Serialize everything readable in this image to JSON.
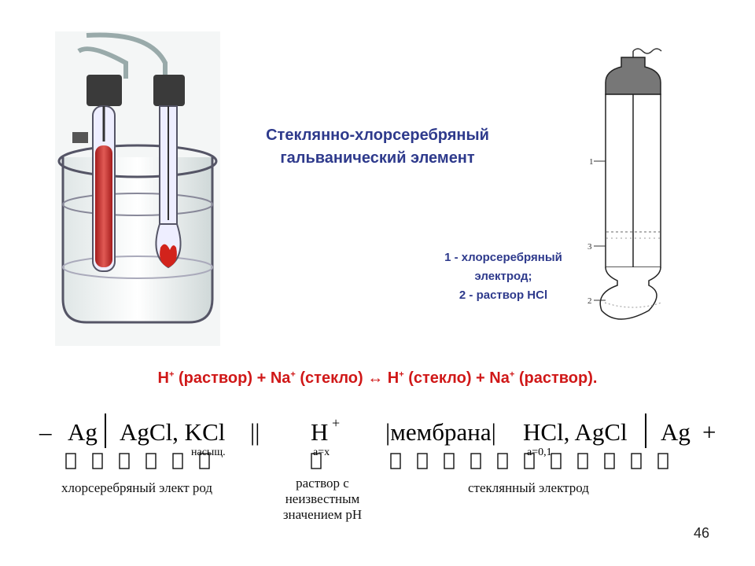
{
  "title": {
    "line1": "Стеклянно-хлорсеребряный",
    "line2": "гальванический элемент"
  },
  "legend": {
    "line1": "1 - хлорсеребряный",
    "line2": "электрод;",
    "line3": "2 - раствор HCl"
  },
  "reaction": {
    "h1": "H",
    "plus1": "+",
    "t1": " (раствор) + Na",
    "plus2": "+",
    "t2": " (стекло) ↔ H",
    "plus3": "+",
    "t3": " (стекло) + Na",
    "plus4": "+",
    "t4": " (раствор)."
  },
  "scheme": {
    "minus": "–",
    "ag_left": "Ag",
    "agcl_kcl": "AgCl, KCl",
    "dbar": "||",
    "h": "H",
    "h_plus": "+",
    "membrane": "|мембрана|",
    "hcl_agcl": "HCl, AgCl",
    "ag_right": "Ag",
    "plus": "+",
    "sub_sat": "насыщ.",
    "sub_ax": "a=x",
    "sub_a01": "a=0,1",
    "boxes_left": "         ",
    "boxes_right": "        ",
    "boxes_mid": " "
  },
  "labels": {
    "left_electrode": "хлорсеребряный элект род",
    "solution": [
      "раствор с",
      "неизвестным",
      "значением pH"
    ],
    "glass_electrode": "стеклянный  электрод"
  },
  "diagram": {
    "num_1": "1",
    "num_2": "2",
    "num_3": "3"
  },
  "page_number": "46"
}
